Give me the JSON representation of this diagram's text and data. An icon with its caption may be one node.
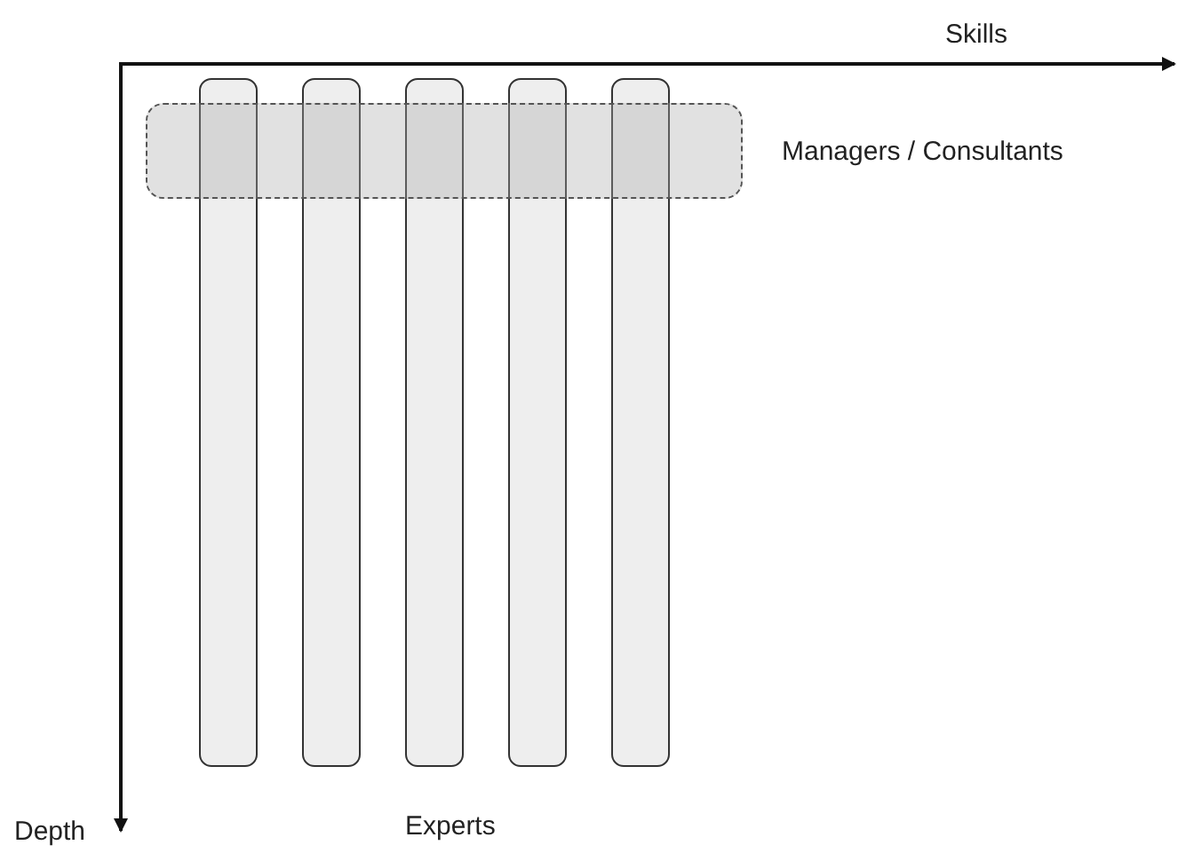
{
  "diagram": {
    "nodes": [
      {
        "text": [],
        "shape": "bar"
      },
      {
        "text": [],
        "shape": "bar"
      },
      {
        "text": [],
        "shape": "bar"
      },
      {
        "text": [],
        "shape": "bar"
      },
      {
        "text": [],
        "shape": "bar"
      },
      {
        "text": [],
        "shape": "box",
        "beside": [
          "Managers / Consultants"
        ]
      }
    ],
    "edges": [],
    "labels": [
      "Skills",
      "Depth",
      "Experts"
    ]
  }
}
